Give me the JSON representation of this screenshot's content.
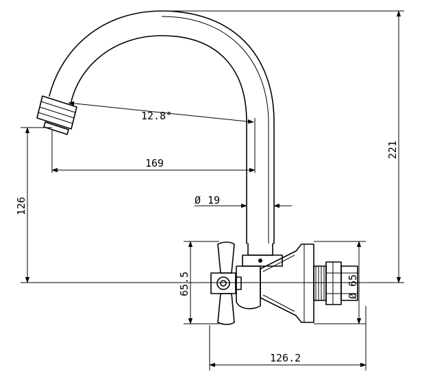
{
  "drawing": {
    "dimensions": {
      "spout_angle": "12.8°",
      "spout_reach": "169",
      "outlet_height": "126",
      "total_height": "221",
      "pipe_diameter_symbol": "Ø",
      "pipe_diameter": "19",
      "body_height": "65.5",
      "base_diameter_symbol": "Ø",
      "base_diameter": "65",
      "body_length": "126.2"
    },
    "colors": {
      "line": "#000000",
      "background": "#ffffff"
    }
  }
}
